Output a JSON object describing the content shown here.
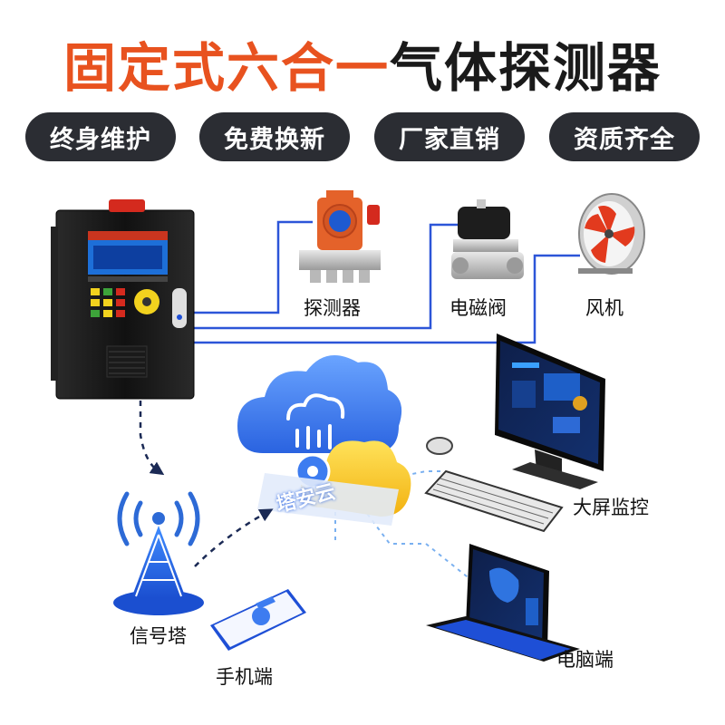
{
  "title": {
    "part1": "固定式六合一",
    "part2": "气体探测器"
  },
  "badges": [
    "终身维护",
    "免费换新",
    "厂家直销",
    "资质齐全"
  ],
  "devices": {
    "detector": "探测器",
    "valve": "电磁阀",
    "fan": "风机",
    "big_screen": "大屏监控",
    "pc": "电脑端",
    "tower": "信号塔",
    "phone": "手机端"
  },
  "cloud_label": "塔安云",
  "colors": {
    "accent": "#e8521f",
    "badge_bg": "#2b2d33",
    "link": "#1e4fd6",
    "cloud_blue": "#3d7cf0",
    "cloud_yellow": "#f6c928"
  }
}
